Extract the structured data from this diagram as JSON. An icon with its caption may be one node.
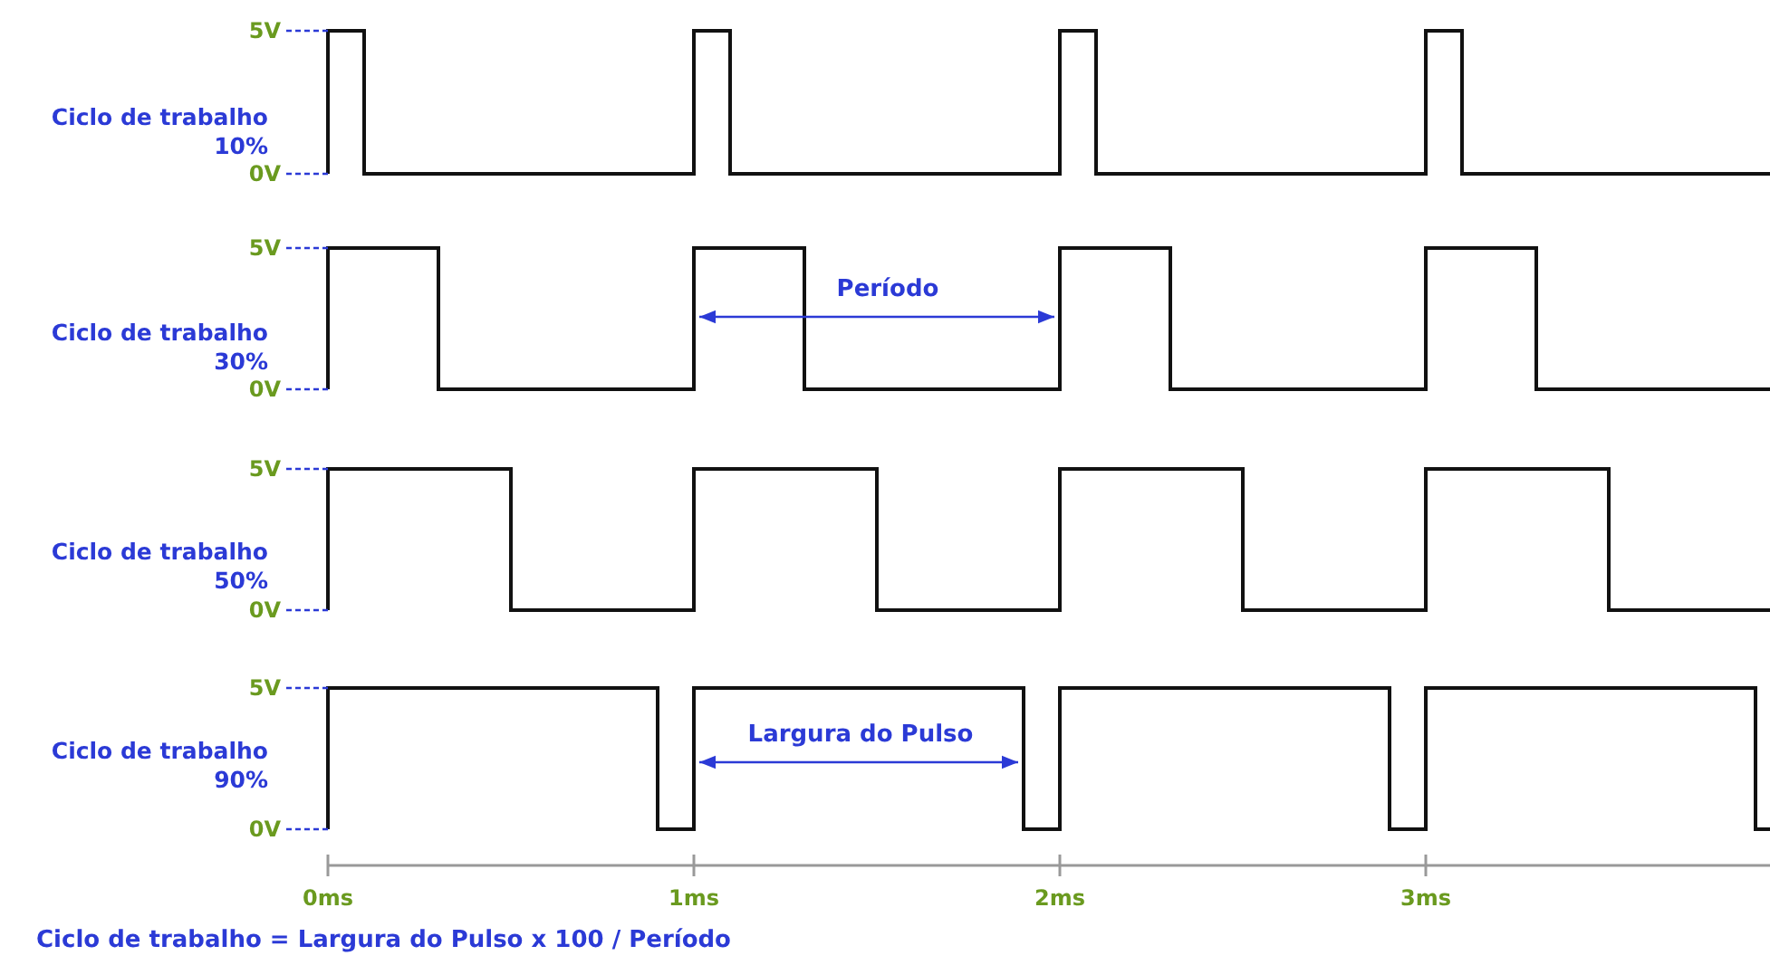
{
  "diagram": {
    "caption": "Ciclo de trabalho = Largura do Pulso x 100 / Período",
    "labels": [
      "5V",
      "Ciclo de trabalho 10%",
      "0V",
      "5V",
      "Período",
      "Ciclo de trabalho 30%",
      "0V",
      "5V",
      "Ciclo de trabalho 50%",
      "0V",
      "5V",
      "Largura do Pulso",
      "Ciclo de trabalho 90%",
      "0V",
      "0ms",
      "1ms",
      "2ms",
      "3ms"
    ]
  }
}
